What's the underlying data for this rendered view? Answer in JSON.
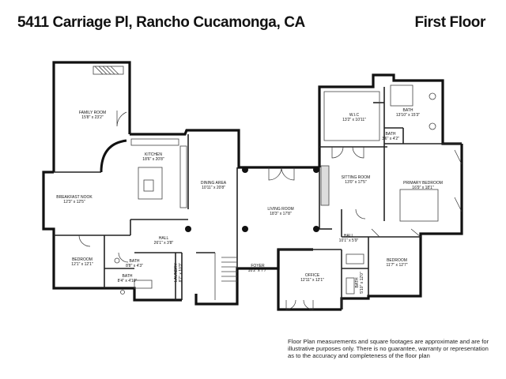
{
  "header": {
    "address": "5411 Carriage Pl, Rancho Cucamonga, CA",
    "floor_label": "First Floor"
  },
  "rooms": {
    "family_room": {
      "name": "FAMILY ROOM",
      "dims": "15'8\" x 23'2\""
    },
    "kitchen": {
      "name": "KITCHEN",
      "dims": "18'6\" x 20'8\""
    },
    "breakfast_nook": {
      "name": "BREAKFAST NOOK",
      "dims": "12'3\" x 12'5\""
    },
    "dining_area": {
      "name": "DINING AREA",
      "dims": "10'11\" x 20'8\""
    },
    "living_room": {
      "name": "LIVING ROOM",
      "dims": "18'3\" x 17'8\""
    },
    "hall_main": {
      "name": "HALL",
      "dims": "26'1\" x 3'8\""
    },
    "bedroom_left": {
      "name": "BEDROOM",
      "dims": "12'1\" x 12'1\""
    },
    "bath_small": {
      "name": "BATH",
      "dims": "8'8\" x 4'3\""
    },
    "bath_left": {
      "name": "BATH",
      "dims": "8'4\" x 4'10\""
    },
    "laundry": {
      "name": "LAUNDRY",
      "dims": "8'7\" x 10'3\""
    },
    "foyer": {
      "name": "FOYER",
      "dims": "10'2\" x 7'7\""
    },
    "office": {
      "name": "OFFICE",
      "dims": "12'11\" x 12'1\""
    },
    "wic": {
      "name": "W.I.C",
      "dims": "13'2\" x 10'11\""
    },
    "bath_primary": {
      "name": "BATH",
      "dims": "13'10\" x 15'3\""
    },
    "bath_toilet": {
      "name": "BATH",
      "dims": "3'6\" x 4'2\""
    },
    "sitting_room": {
      "name": "SITTING ROOM",
      "dims": "13'0\" x 17'5\""
    },
    "primary_bedroom": {
      "name": "PRIMARY BEDROOM",
      "dims": "16'9\" x 18'1\""
    },
    "hall_right": {
      "name": "HALL",
      "dims": "10'1\" x 5'9\""
    },
    "bedroom_right": {
      "name": "BEDROOM",
      "dims": "11'7\" x 12'7\""
    },
    "bath_right": {
      "name": "BATH",
      "dims": "5'10\" x 12'0\""
    }
  },
  "disclaimer": "Floor Plan measurements and square footages are approximate and are for illustrative purposes only. There is no guarantee, warranty or representation as to the accuracy and completeness of the floor plan"
}
